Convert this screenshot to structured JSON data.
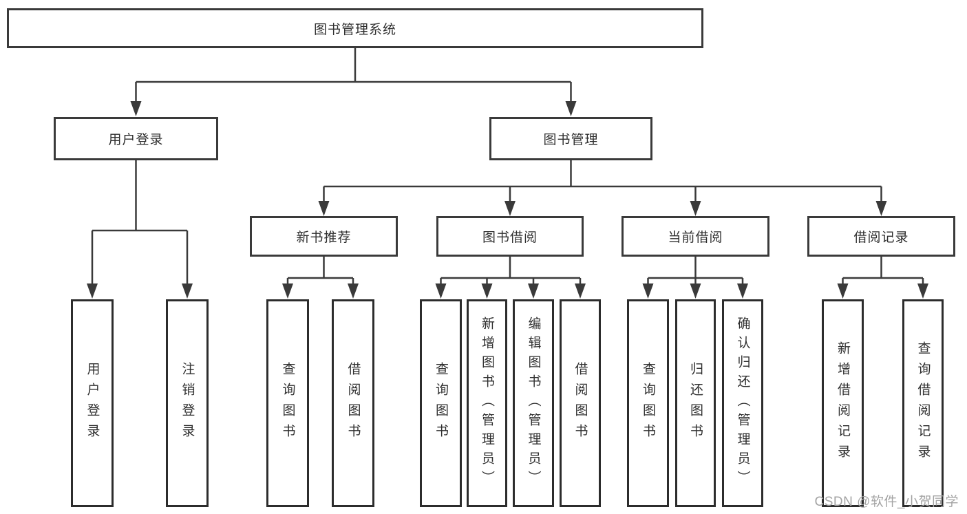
{
  "colors": {
    "line": "#3a3a3a",
    "box_border": "#2c2c2c",
    "text": "#2f2f2f",
    "background": "#ffffff",
    "watermark": "#a3a3a3"
  },
  "watermark": {
    "text": "CSDN @软件_小贺同学"
  },
  "tree": {
    "root": {
      "label": "图书管理系统",
      "children": [
        {
          "label": "用户登录",
          "children": [
            {
              "label": "用户登录"
            },
            {
              "label": "注销登录"
            }
          ]
        },
        {
          "label": "图书管理",
          "children": [
            {
              "label": "新书推荐",
              "children": [
                {
                  "label": "查询图书"
                },
                {
                  "label": "借阅图书"
                }
              ]
            },
            {
              "label": "图书借阅",
              "children": [
                {
                  "label": "查询图书"
                },
                {
                  "label": "新增图书（管理员）"
                },
                {
                  "label": "编辑图书（管理员）"
                },
                {
                  "label": "借阅图书"
                }
              ]
            },
            {
              "label": "当前借阅",
              "children": [
                {
                  "label": "查询图书"
                },
                {
                  "label": "归还图书"
                },
                {
                  "label": "确认归还（管理员）"
                }
              ]
            },
            {
              "label": "借阅记录",
              "children": [
                {
                  "label": "新增借阅记录"
                },
                {
                  "label": "查询借阅记录"
                }
              ]
            }
          ]
        }
      ]
    }
  }
}
